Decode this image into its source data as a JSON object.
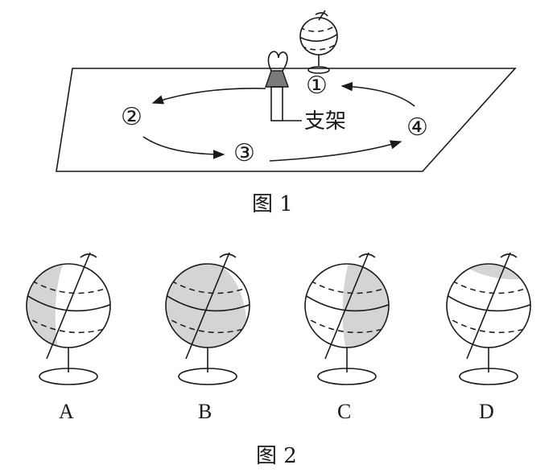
{
  "figure1": {
    "positions": [
      "①",
      "②",
      "③",
      "④"
    ],
    "stand_label": "支架",
    "caption": "图 1"
  },
  "figure2": {
    "options": [
      "A",
      "B",
      "C",
      "D"
    ],
    "caption": "图 2"
  }
}
